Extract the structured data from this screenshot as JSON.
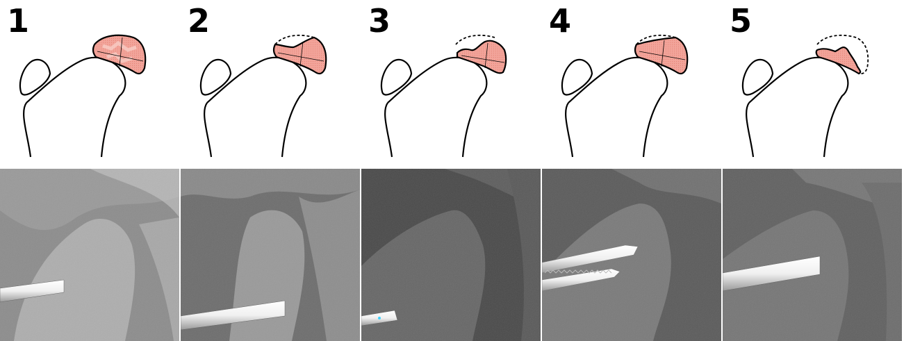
{
  "panels": [
    {
      "label": "1",
      "stage": "intact-pattern-head",
      "implant": "wire"
    },
    {
      "label": "2",
      "stage": "small-top-defect",
      "implant": "wire"
    },
    {
      "label": "3",
      "stage": "larger-top-defect",
      "implant": "wire"
    },
    {
      "label": "4",
      "stage": "top-edge-defect",
      "implant": "screws"
    },
    {
      "label": "5",
      "stage": "collapsed-head",
      "implant": "wire"
    }
  ],
  "colors": {
    "head_fill": "#f2a49a",
    "head_fill_spot": "#f7cdc6",
    "outline": "#000000",
    "xray_dark": "#3a3a3a",
    "xray_light": "#b8b8b8"
  }
}
